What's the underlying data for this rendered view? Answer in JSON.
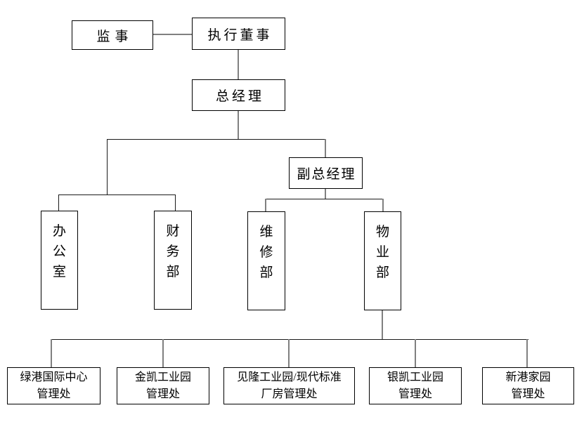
{
  "diagram": {
    "type": "organization-chart",
    "colors": {
      "background": "#ffffff",
      "box_border": "#000000",
      "connector_gray": "#808080",
      "connector_black": "#1a1a1a"
    },
    "nodes": {
      "supervisor": {
        "label": "监事"
      },
      "executive_director": {
        "label": "执行董事"
      },
      "general_manager": {
        "label": "总经理"
      },
      "deputy_general_manager": {
        "label": "副总经理"
      },
      "office": {
        "label": "办公室"
      },
      "finance_dept": {
        "label": "财务部"
      },
      "maintenance_dept": {
        "label": "维修部"
      },
      "property_dept": {
        "label": "物业部"
      },
      "lvgang_intl_center": {
        "line1": "绿港国际中心",
        "line2": "管理处"
      },
      "jinkai_industrial_park": {
        "line1": "金凯工业园",
        "line2": "管理处"
      },
      "jianlong_modern_standard": {
        "line1": "见隆工业园/现代标准",
        "line2": "厂房管理处"
      },
      "yinkai_industrial_park": {
        "line1": "银凯工业园",
        "line2": "管理处"
      },
      "xingang_homeland": {
        "line1": "新港家园",
        "line2": "管理处"
      }
    }
  }
}
